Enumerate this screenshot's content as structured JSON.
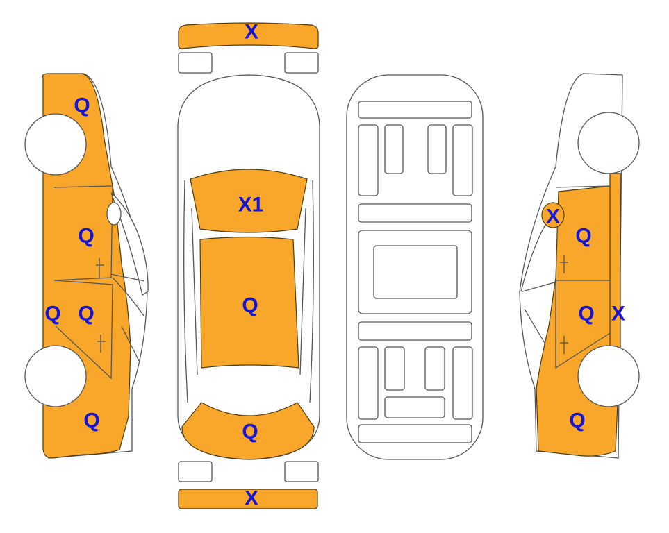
{
  "colors": {
    "damaged_panel": "#F9A72A",
    "outline": "#555555",
    "marker_text": "#1515D6",
    "background": "#FFFFFF"
  },
  "views": [
    "left-side",
    "top",
    "underbody",
    "right-side"
  ],
  "left_side": {
    "markers": {
      "front_fender": "Q",
      "front_door": "Q",
      "rocker": "Q",
      "rear_door": "Q",
      "rear_quarter": "Q"
    }
  },
  "top_view": {
    "markers": {
      "front_bumper": "X",
      "hood": "X1",
      "roof": "Q",
      "trunk": "Q",
      "rear_bumper": "X"
    }
  },
  "right_side": {
    "markers": {
      "mirror": "X",
      "front_door": "Q",
      "rear_door": "Q",
      "rocker": "X",
      "rear_quarter": "Q"
    }
  }
}
